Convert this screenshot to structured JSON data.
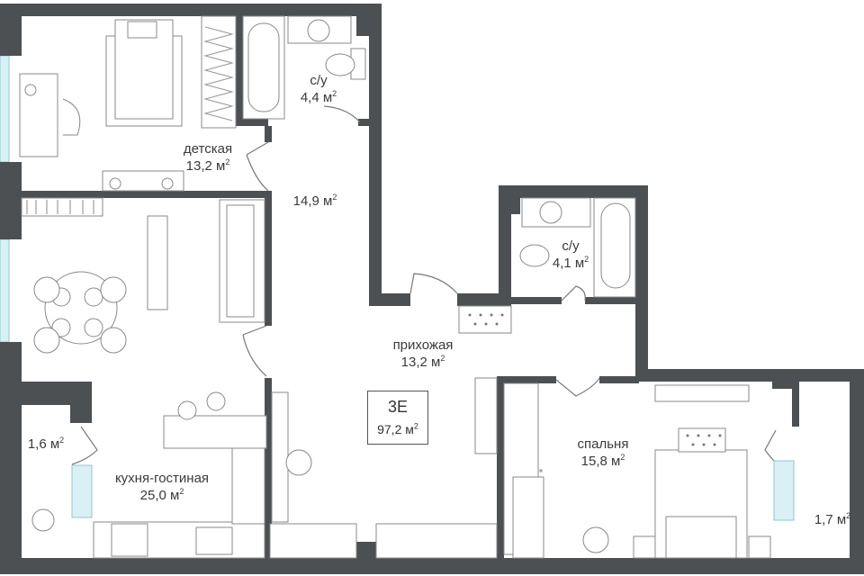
{
  "rooms": [
    {
      "key": "kids",
      "name": "детская",
      "area": "13,2 м",
      "unit_sup": "2"
    },
    {
      "key": "bath1",
      "name": "с/у",
      "area": "4,4 м",
      "unit_sup": "2"
    },
    {
      "key": "corridor",
      "name": "",
      "area": "14,9 м",
      "unit_sup": "2"
    },
    {
      "key": "bath2",
      "name": "с/у",
      "area": "4,1 м",
      "unit_sup": "2"
    },
    {
      "key": "hall",
      "name": "прихожая",
      "area": "13,2 м",
      "unit_sup": "2"
    },
    {
      "key": "balcony1",
      "name": "",
      "area": "1,6 м",
      "unit_sup": "2"
    },
    {
      "key": "living",
      "name": "кухня-гостиная",
      "area": "25,0 м",
      "unit_sup": "2"
    },
    {
      "key": "bedroom",
      "name": "спальня",
      "area": "15,8 м",
      "unit_sup": "2"
    },
    {
      "key": "balcony2",
      "name": "",
      "area": "1,7 м",
      "unit_sup": "2"
    }
  ],
  "apartment": {
    "code": "3E",
    "total_area": "97,2 м",
    "unit_sup": "2"
  },
  "colors": {
    "wall": "#4d5053",
    "window": "#bfe3ea",
    "line": "#777777"
  }
}
